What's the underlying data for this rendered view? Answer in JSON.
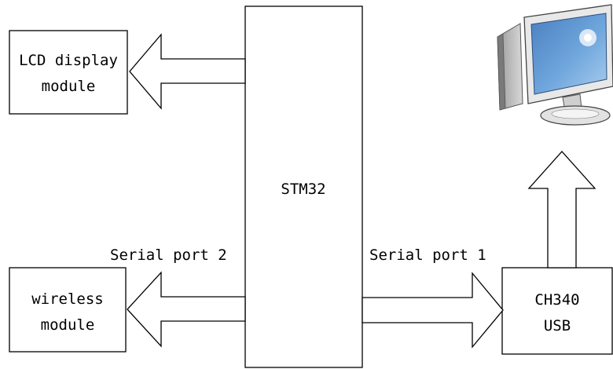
{
  "blocks": {
    "lcd": {
      "lines": [
        "LCD display",
        "module"
      ]
    },
    "stm32": {
      "label": "STM32"
    },
    "wireless": {
      "lines": [
        "wireless",
        "module"
      ]
    },
    "ch340": {
      "lines": [
        "CH340",
        "USB"
      ]
    }
  },
  "connections": {
    "serial_port_2": "Serial port 2",
    "serial_port_1": "Serial port 1"
  },
  "icons": {
    "computer": "computer-monitor-icon"
  }
}
